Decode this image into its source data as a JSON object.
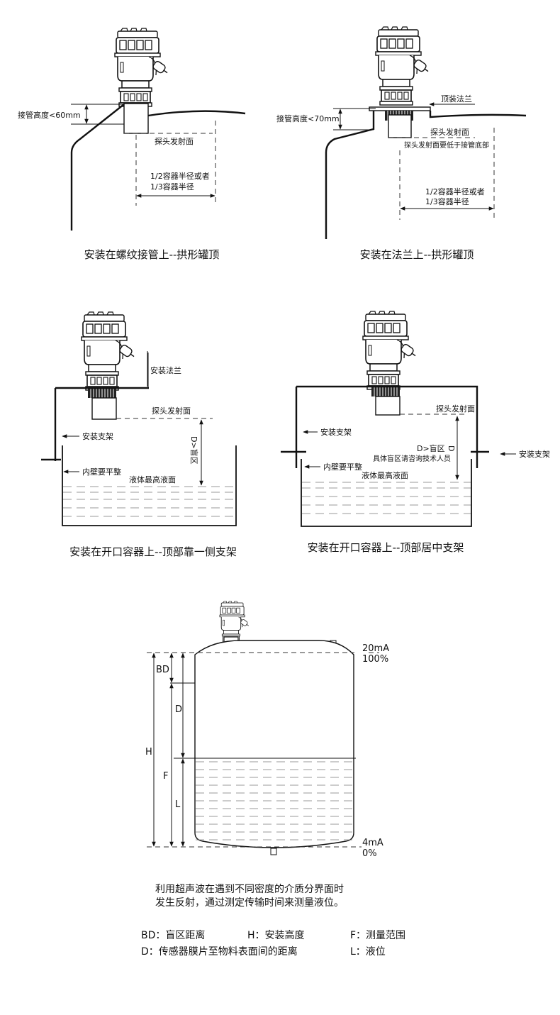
{
  "fig1": {
    "caption": "安装在螺纹接管上--拱形罐顶",
    "pipe_height": "接管高度<60mm",
    "probe_face": "探头发射面",
    "radius_1": "1/2容器半径或者",
    "radius_2": "1/3容器半径"
  },
  "fig2": {
    "caption": "安装在法兰上--拱形罐顶",
    "top_flange": "顶装法兰",
    "pipe_height": "接管高度<70mm",
    "probe_face": "探头发射面",
    "probe_note": "探头发射面要低于接管底部",
    "radius_1": "1/2容器半径或者",
    "radius_2": "1/3容器半径"
  },
  "fig3": {
    "caption": "安装在开口容器上--顶部靠一侧支架",
    "flange": "安装法兰",
    "probe_face": "探头发射面",
    "bracket": "安装支架",
    "blind": "D>盲区",
    "inner_wall": "内壁要平整",
    "max_level": "液体最高液面"
  },
  "fig4": {
    "caption": "安装在开口容器上--顶部居中支架",
    "probe_face": "探头发射面",
    "bracket_left": "安装支架",
    "bracket_right": "安装支架",
    "blind": "D>盲区",
    "d": "D",
    "blind_note": "具体盲区请咨询技术人员",
    "inner_wall": "内壁要平整",
    "max_level": "液体最高液面"
  },
  "fig5": {
    "top_ma": "20mA",
    "top_pct": "100%",
    "bottom_ma": "4mA",
    "bottom_pct": "0%",
    "bd": "BD",
    "d": "D",
    "h": "H",
    "f": "F",
    "l": "L"
  },
  "description": {
    "line1": "利用超声波在遇到不同密度的介质分界面时",
    "line2": "发生反射，通过测定传输时间来测量液位。"
  },
  "legend": {
    "bd": "BD：盲区距离",
    "h": "H：安装高度",
    "f": "F：测量范围",
    "d": "D：传感器膜片至物料表面间的距离",
    "l": "L：液位"
  }
}
